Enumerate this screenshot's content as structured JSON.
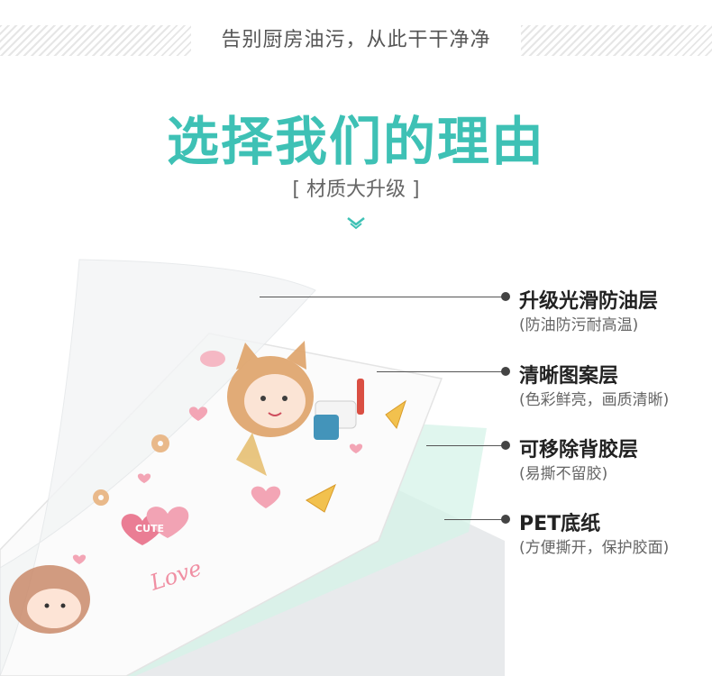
{
  "header": {
    "slogan": "告别厨房油污，从此干干净净"
  },
  "section": {
    "title": "选择我们的理由",
    "subtitle": "[ 材质大升级 ]"
  },
  "layers": [
    {
      "label": "升级光滑防油层",
      "note": "(防油防污耐高温)"
    },
    {
      "label": "清晰图案层",
      "note": "(色彩鲜亮，画质清晰)"
    },
    {
      "label": "可移除背胶层",
      "note": "(易撕不留胶)"
    },
    {
      "label": "PET底纸",
      "note": "(方便撕开，保护胶面)"
    }
  ],
  "sticker_text": {
    "cute": "CUTE",
    "love": "Love"
  },
  "colors": {
    "accent": "#3ec1b5",
    "glue_layer": "#c9efe0",
    "sticker_pink": "#f08fa3"
  }
}
